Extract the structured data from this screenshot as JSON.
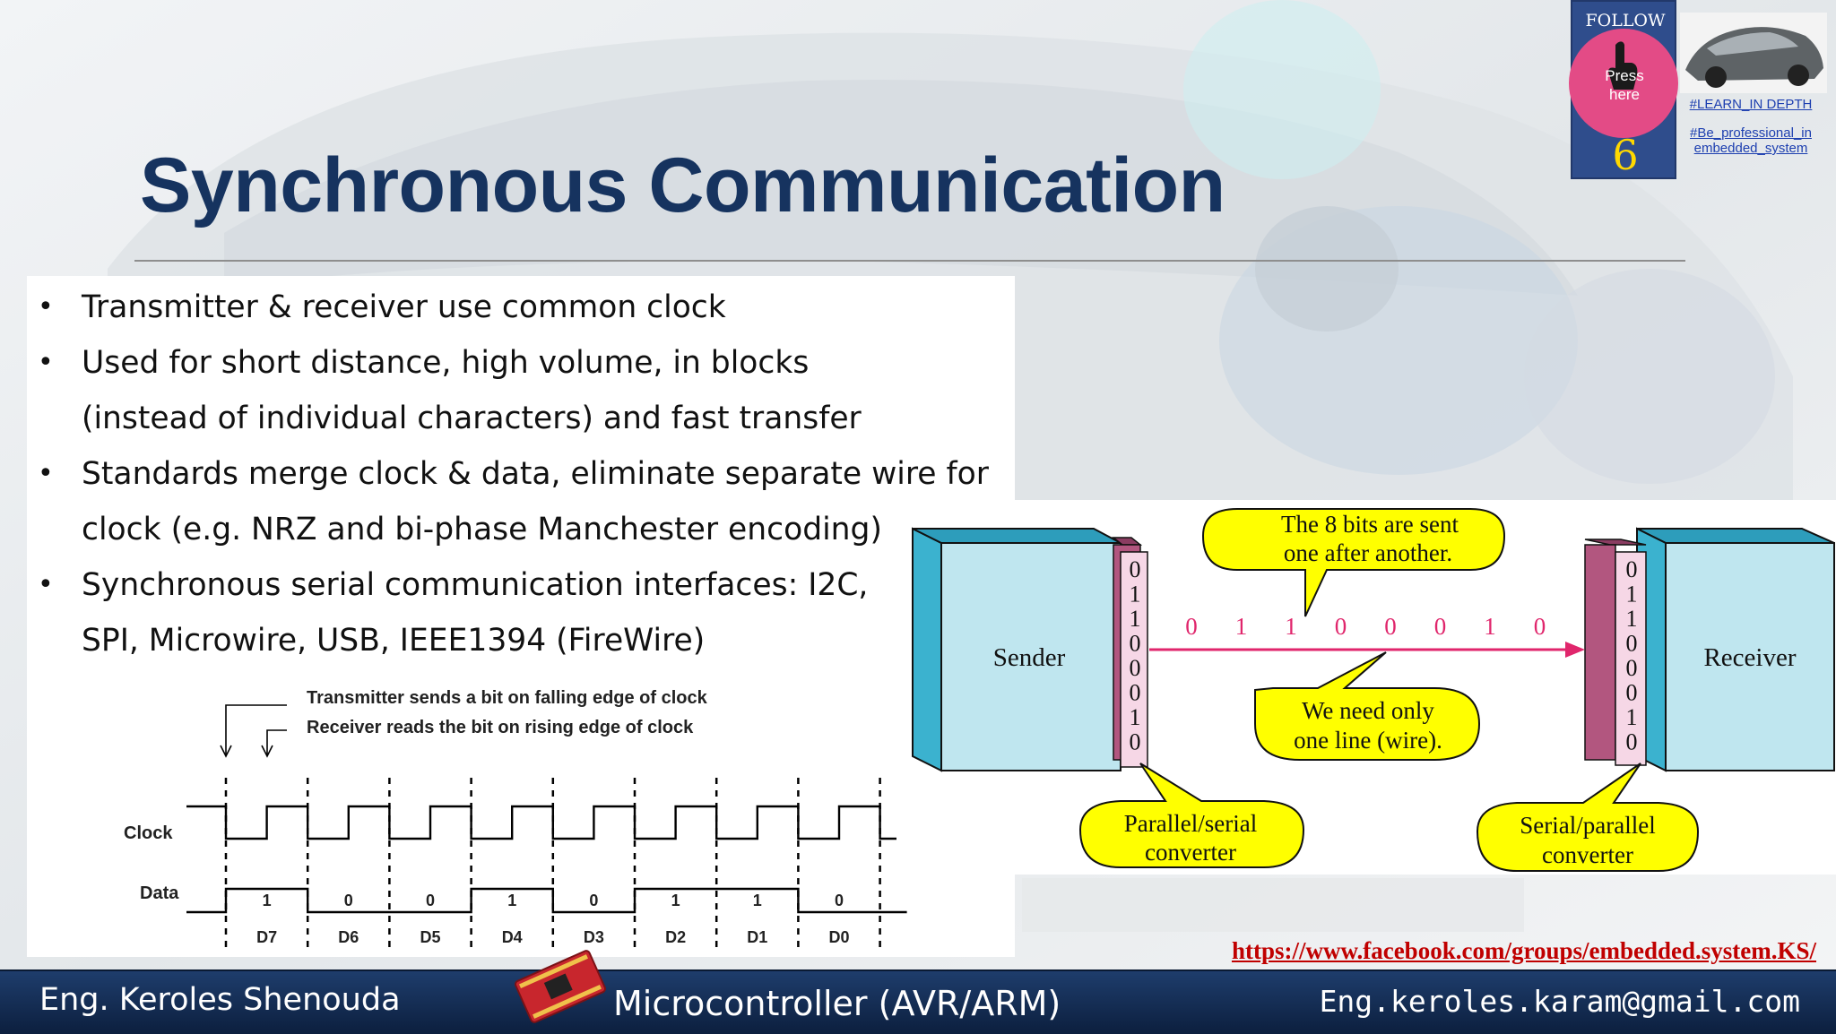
{
  "slide": {
    "title": "Synchronous Communication",
    "bullets": [
      "Transmitter & receiver use common clock",
      "Used for short distance, high volume, in blocks (instead of individual characters) and fast transfer",
      "Standards merge clock & data, eliminate separate wire for clock (e.g. NRZ and bi-phase Manchester encoding)",
      "Synchronous serial communication interfaces: I2C, SPI, Microwire, USB, IEEE1394 (FireWire)"
    ]
  },
  "timing_diagram": {
    "note_tx": "Transmitter sends a bit on falling edge of clock",
    "note_rx": "Receiver reads the bit on rising edge of clock",
    "clock_label": "Clock",
    "data_label": "Data",
    "bits": [
      "1",
      "0",
      "0",
      "1",
      "0",
      "1",
      "1",
      "0"
    ],
    "bit_names": [
      "D7",
      "D6",
      "D5",
      "D4",
      "D3",
      "D2",
      "D1",
      "D0"
    ]
  },
  "link_diagram": {
    "sender_label": "Sender",
    "receiver_label": "Receiver",
    "converter_bits": [
      "0",
      "1",
      "1",
      "0",
      "0",
      "0",
      "1",
      "0"
    ],
    "line_bits": [
      "0",
      "1",
      "1",
      "0",
      "0",
      "0",
      "1",
      "0"
    ],
    "callout_bits_line1": "The 8 bits are sent",
    "callout_bits_line2": "one after another.",
    "callout_wire_line1": "We need only",
    "callout_wire_line2": "one line (wire).",
    "callout_ps_line1": "Parallel/serial",
    "callout_ps_line2": "converter",
    "callout_sp_line1": "Serial/parallel",
    "callout_sp_line2": "converter"
  },
  "follow_widget": {
    "label": "FOLLOW US",
    "press_text": "Press here",
    "count": "6",
    "tag_1": "#LEARN_IN DEPTH",
    "tag_2": "#Be_professional_in embedded_system"
  },
  "facebook_link": "https://www.facebook.com/groups/embedded.system.KS/",
  "footer": {
    "author": "Eng. Keroles Shenouda",
    "course": "Microcontroller (AVR/ARM)",
    "email": "Eng.keroles.karam@gmail.com"
  },
  "colors": {
    "title": "#16335f",
    "footer_bg": "#1e3d6c",
    "box_face": "#bfe6ef",
    "box_side": "#3bb2cf",
    "converter": "#b2567f",
    "line_bits": "#e0266c",
    "callout": "#ffff00",
    "link": "#c00000"
  }
}
